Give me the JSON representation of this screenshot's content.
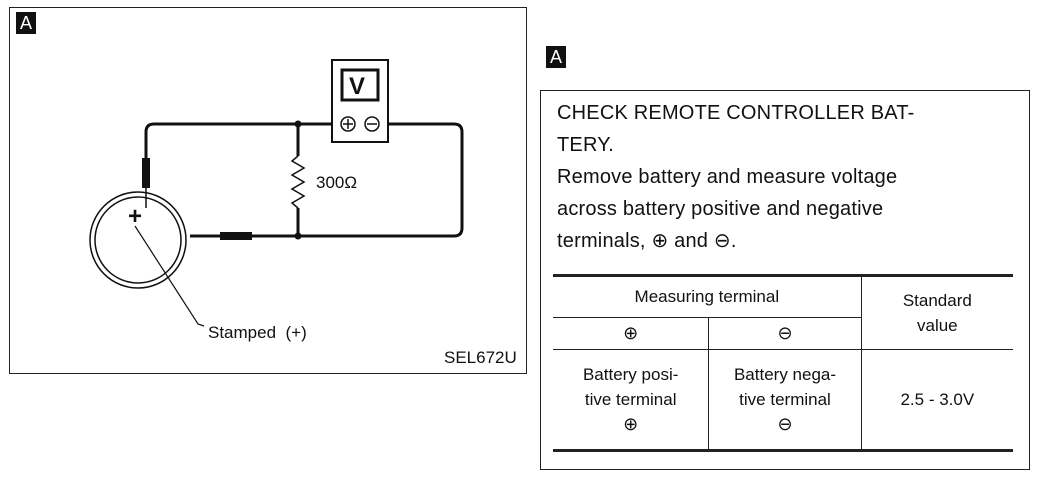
{
  "diagram": {
    "badge": "A",
    "meter_label": "V",
    "meter_pos": "⊕",
    "meter_neg": "⊖",
    "resistor_label": "300Ω",
    "battery_plus": "+",
    "stamped_label": "Stamped  (+)",
    "figure_code": "SEL672U"
  },
  "info": {
    "badge": "A",
    "instruction_lines": [
      "CHECK REMOTE CONTROLLER BAT-",
      "TERY.",
      "Remove battery and measure voltage",
      "across battery positive and negative",
      "terminals, ⊕ and ⊖."
    ],
    "table": {
      "header_measuring": "Measuring terminal",
      "header_standard_1": "Standard",
      "header_standard_2": "value",
      "sub_pos": "⊕",
      "sub_neg": "⊖",
      "pos_lines": [
        "Battery posi-",
        "tive terminal",
        "⊕"
      ],
      "neg_lines": [
        "Battery nega-",
        "tive terminal",
        "⊖"
      ],
      "value": "2.5 - 3.0V"
    }
  }
}
